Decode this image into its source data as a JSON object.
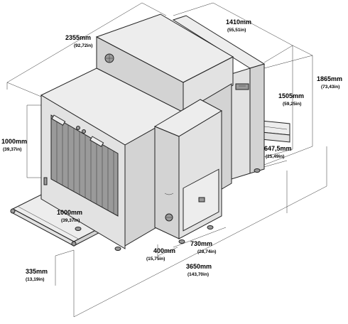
{
  "diagram": {
    "dimensions": [
      {
        "id": "width-top",
        "mm": "2355mm",
        "inch": "(92,72in)"
      },
      {
        "id": "depth-top",
        "mm": "1410mm",
        "inch": "(55,51in)"
      },
      {
        "id": "total-height",
        "mm": "1865mm",
        "inch": "(73,43in)"
      },
      {
        "id": "tunnel-top-height",
        "mm": "1505mm",
        "inch": "(59,25in)"
      },
      {
        "id": "tunnel-height",
        "mm": "1000mm",
        "inch": "(39,37in)"
      },
      {
        "id": "roller-height",
        "mm": "647,5mm",
        "inch": "(25,49in)"
      },
      {
        "id": "tunnel-width",
        "mm": "1000mm",
        "inch": "(39,37in)"
      },
      {
        "id": "base-depth",
        "mm": "730mm",
        "inch": "(28,74in)"
      },
      {
        "id": "control-depth",
        "mm": "400mm",
        "inch": "(15,75in)"
      },
      {
        "id": "conveyor-height",
        "mm": "335mm",
        "inch": "(13,19in)"
      },
      {
        "id": "total-length",
        "mm": "3650mm",
        "inch": "(143,70in)"
      }
    ]
  }
}
